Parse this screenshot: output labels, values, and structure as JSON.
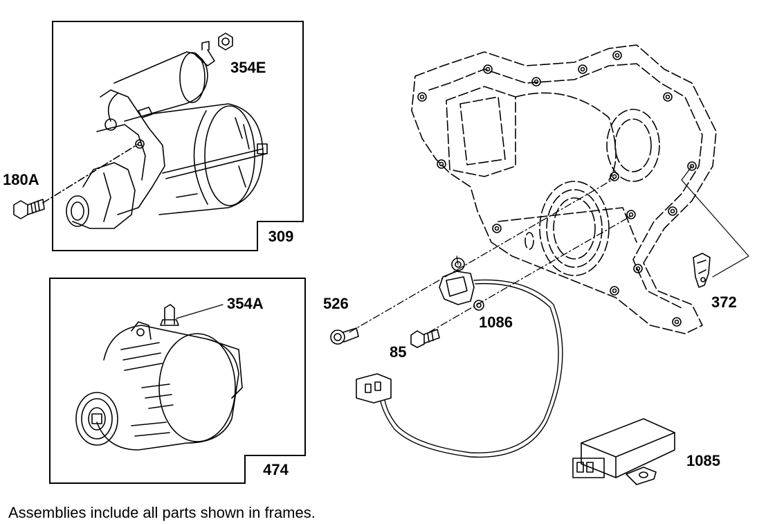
{
  "frames": {
    "starter": {
      "tag": "309"
    },
    "alternator": {
      "tag": "474"
    }
  },
  "labels": {
    "nut_354e": "354E",
    "screw_180a": "180A",
    "nut_354a": "354A",
    "screw_526": "526",
    "screw_85": "85",
    "sensor_1086": "1086",
    "clip_372": "372",
    "module_1085": "1085"
  },
  "caption": "Assemblies include all parts shown in frames."
}
